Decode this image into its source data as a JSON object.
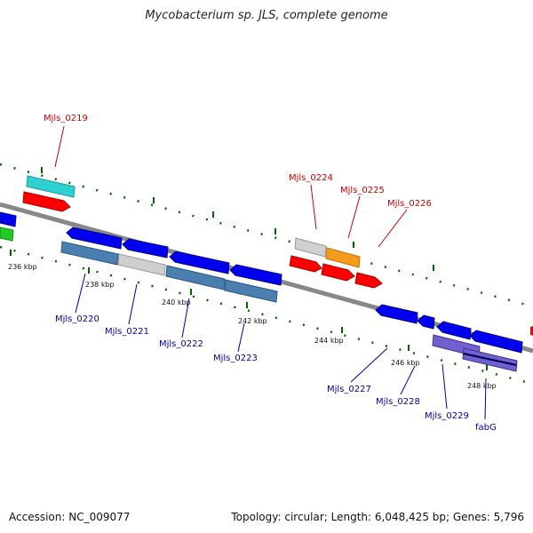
{
  "title": "Mycobacterium sp. JLS, complete genome",
  "footer": {
    "accession": "Accession: NC_009077",
    "stats": "Topology: circular; Length: 6,048,425 bp; Genes: 5,796"
  },
  "colors": {
    "backbone": "#888888",
    "tick": "#006600",
    "red": "#ff0000",
    "cyan": "#2fd0d0",
    "blue": "#0000ee",
    "steel": "#4a7fb0",
    "grey": "#cccccc",
    "orange": "#f59a1c",
    "purple": "#7060d0",
    "green": "#22cc22"
  },
  "kbp_labels": [
    "236 kbp",
    "238 kbp",
    "240 kbp",
    "242 kbp",
    "244 kbp",
    "246 kbp",
    "248 kbp"
  ],
  "genes_top": [
    {
      "name": "Mjls_0219"
    },
    {
      "name": "Mjls_0224"
    },
    {
      "name": "Mjls_0225"
    },
    {
      "name": "Mjls_0226"
    }
  ],
  "genes_bottom": [
    {
      "name": "Mjls_0220"
    },
    {
      "name": "Mjls_0221"
    },
    {
      "name": "Mjls_0222"
    },
    {
      "name": "Mjls_0223"
    },
    {
      "name": "Mjls_0227"
    },
    {
      "name": "Mjls_0228"
    },
    {
      "name": "Mjls_0229"
    },
    {
      "name": "fabG"
    }
  ]
}
